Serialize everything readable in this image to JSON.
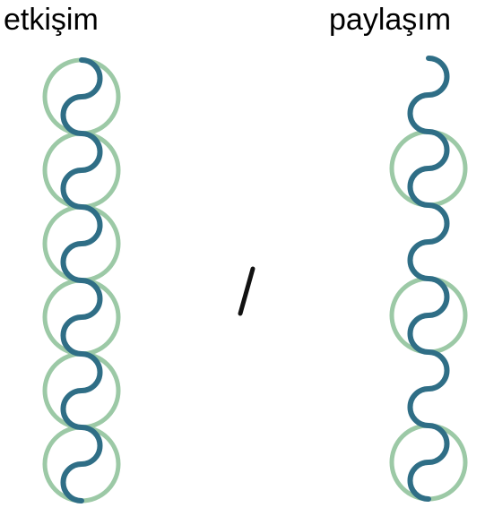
{
  "labels": {
    "left": "etkişim",
    "right": "paylaşım"
  },
  "colors": {
    "circle": "#9cc9a6",
    "wave": "#2f6e86",
    "slash": "#111111",
    "text": "#000000"
  },
  "left_chain": {
    "circle_count": 6
  },
  "right_chain": {
    "circle_count": 6,
    "circles_shown": 3
  }
}
